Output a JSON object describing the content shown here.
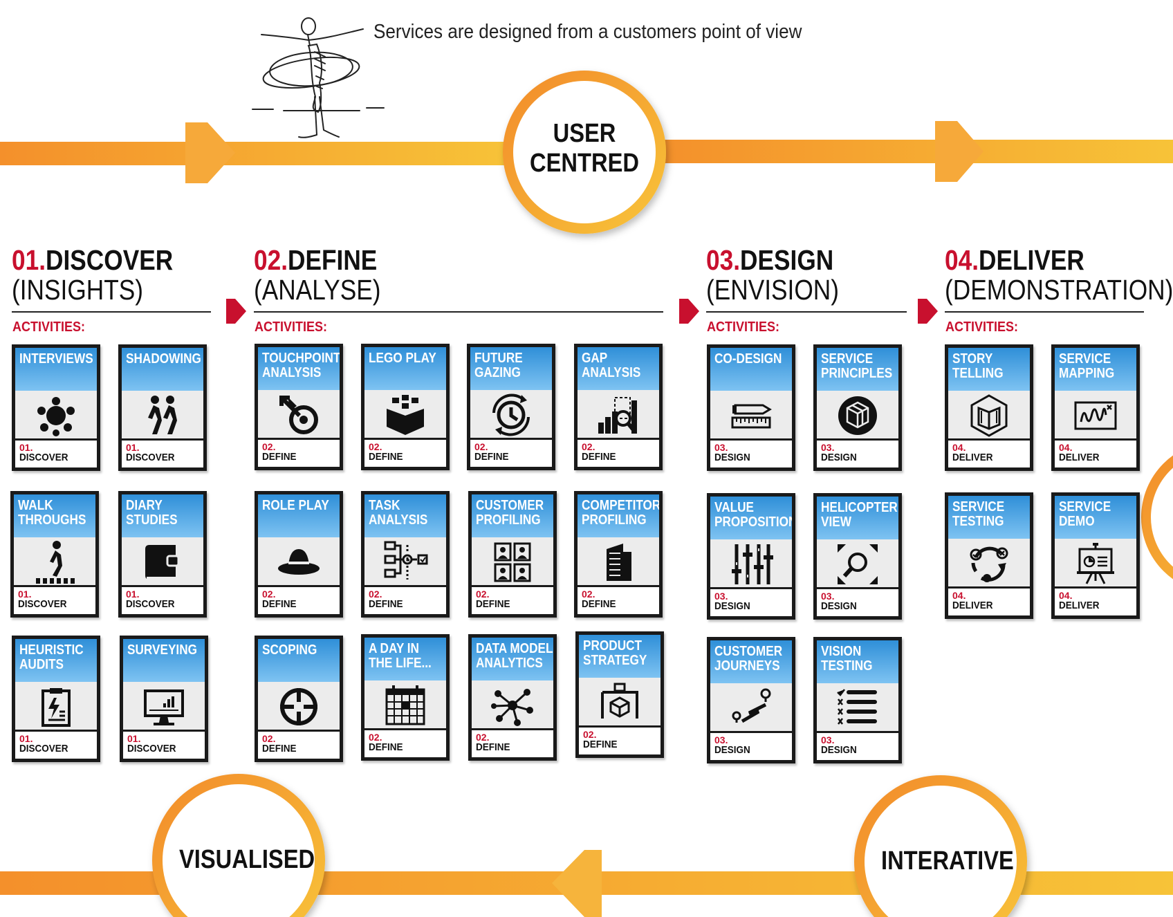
{
  "tagline": "Services are designed from a customers point of view",
  "circles": {
    "user_centred": [
      "USER",
      "CENTRED"
    ],
    "visualised": [
      "VISUALISED"
    ],
    "interative": [
      "INTERATIVE"
    ]
  },
  "colors": {
    "accent_orange": "#f59a2e",
    "accent_yellow": "#f7c338",
    "red": "#c8102e",
    "card_blue": "#3d9be0"
  },
  "phases": [
    {
      "num": "01.",
      "name": "DISCOVER",
      "sub": "(INSIGHTS)",
      "activities_label": "ACTIVITIES:",
      "cards": [
        {
          "title": "INTERVIEWS",
          "icon": "group-meeting-icon",
          "num": "01.",
          "phase": "DISCOVER"
        },
        {
          "title": "SHADOWING",
          "icon": "walking-people-icon",
          "num": "01.",
          "phase": "DISCOVER"
        },
        {
          "title": "WALK\nTHROUGHS",
          "icon": "walking-person-icon",
          "num": "01.",
          "phase": "DISCOVER"
        },
        {
          "title": "DIARY\nSTUDIES",
          "icon": "diary-icon",
          "num": "01.",
          "phase": "DISCOVER"
        },
        {
          "title": "HEURISTIC\nAUDITS",
          "icon": "clipboard-icon",
          "num": "01.",
          "phase": "DISCOVER"
        },
        {
          "title": "SURVEYING",
          "icon": "monitor-chart-icon",
          "num": "01.",
          "phase": "DISCOVER"
        }
      ]
    },
    {
      "num": "02.",
      "name": "DEFINE",
      "sub": "(ANALYSE)",
      "activities_label": "ACTIVITIES:",
      "cards": [
        {
          "title": "TOUCHPOINT\nANALYSIS",
          "icon": "touchpoint-target-icon",
          "num": "02.",
          "phase": "DEFINE"
        },
        {
          "title": "LEGO PLAY",
          "icon": "lego-bricks-icon",
          "num": "02.",
          "phase": "DEFINE"
        },
        {
          "title": "FUTURE\nGAZING",
          "icon": "clock-cycle-icon",
          "num": "02.",
          "phase": "DEFINE"
        },
        {
          "title": "GAP\nANALYSIS",
          "icon": "bar-chart-magnifier-icon",
          "num": "02.",
          "phase": "DEFINE"
        },
        {
          "title": "ROLE PLAY",
          "icon": "hat-icon",
          "num": "02.",
          "phase": "DEFINE"
        },
        {
          "title": "TASK\nANALYSIS",
          "icon": "task-flow-icon",
          "num": "02.",
          "phase": "DEFINE"
        },
        {
          "title": "CUSTOMER\nPROFILING",
          "icon": "profiles-grid-icon",
          "num": "02.",
          "phase": "DEFINE"
        },
        {
          "title": "COMPETITOR\nPROFILING",
          "icon": "building-icon",
          "num": "02.",
          "phase": "DEFINE"
        },
        {
          "title": "SCOPING",
          "icon": "crosshair-icon",
          "num": "02.",
          "phase": "DEFINE"
        },
        {
          "title": "A DAY IN\nTHE LIFE...",
          "icon": "calendar-icon",
          "num": "02.",
          "phase": "DEFINE"
        },
        {
          "title": "DATA MODEL\nANALYTICS",
          "icon": "network-icon",
          "num": "02.",
          "phase": "DEFINE"
        },
        {
          "title": "PRODUCT\nSTRATEGY",
          "icon": "product-board-icon",
          "num": "02.",
          "phase": "DEFINE"
        }
      ]
    },
    {
      "num": "03.",
      "name": "DESIGN",
      "sub": "(ENVISION)",
      "activities_label": "ACTIVITIES:",
      "cards": [
        {
          "title": "CO-DESIGN",
          "icon": "pencil-ruler-icon",
          "num": "03.",
          "phase": "DESIGN"
        },
        {
          "title": "SERVICE\nPRINCIPLES",
          "icon": "cube-circle-icon",
          "num": "03.",
          "phase": "DESIGN"
        },
        {
          "title": "VALUE\nPROPOSITION",
          "icon": "sliders-icon",
          "num": "03.",
          "phase": "DESIGN"
        },
        {
          "title": "HELICOPTER\nVIEW",
          "icon": "focus-magnifier-icon",
          "num": "03.",
          "phase": "DESIGN"
        },
        {
          "title": "CUSTOMER\nJOURNEYS",
          "icon": "route-icon",
          "num": "03.",
          "phase": "DESIGN"
        },
        {
          "title": "VISION\nTESTING",
          "icon": "checklist-icon",
          "num": "03.",
          "phase": "DESIGN"
        }
      ]
    },
    {
      "num": "04.",
      "name": "DELIVER",
      "sub": "(DEMONSTRATION)",
      "activities_label": "ACTIVITIES:",
      "cards": [
        {
          "title": "STORY\nTELLING",
          "icon": "book-hexagon-icon",
          "num": "04.",
          "phase": "DELIVER"
        },
        {
          "title": "SERVICE\nMAPPING",
          "icon": "service-map-icon",
          "num": "04.",
          "phase": "DELIVER"
        },
        {
          "title": "SERVICE\nTESTING",
          "icon": "test-cycle-icon",
          "num": "04.",
          "phase": "DELIVER"
        },
        {
          "title": "SERVICE\nDEMO",
          "icon": "presentation-icon",
          "num": "04.",
          "phase": "DELIVER"
        }
      ]
    }
  ]
}
